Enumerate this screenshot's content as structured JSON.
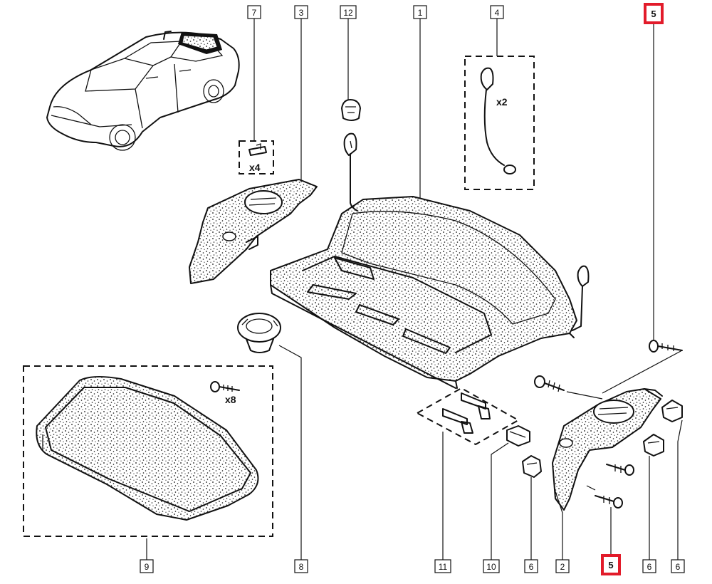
{
  "callouts": [
    {
      "label": "7"
    },
    {
      "label": "3"
    },
    {
      "label": "12"
    },
    {
      "label": "1"
    },
    {
      "label": "4"
    },
    {
      "label": "5"
    },
    {
      "label": "9"
    },
    {
      "label": "8"
    },
    {
      "label": "11"
    },
    {
      "label": "10"
    },
    {
      "label": "6"
    },
    {
      "label": "2"
    },
    {
      "label": "5"
    },
    {
      "label": "6"
    },
    {
      "label": "6"
    }
  ],
  "quantities": {
    "clip_set": "x4",
    "cable": "x2",
    "screws": "x8"
  },
  "highlight_color": "#e21b2a"
}
